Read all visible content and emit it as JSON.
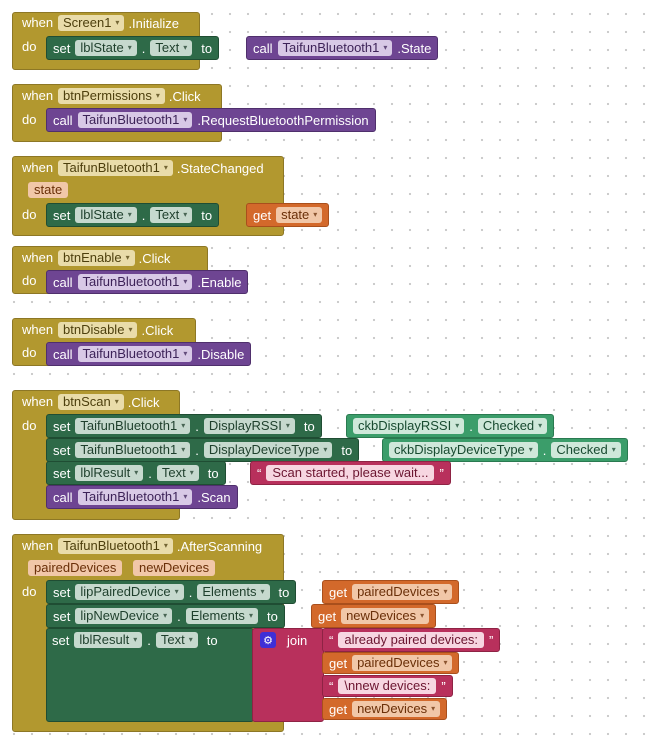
{
  "keywords": {
    "when": "when",
    "do": "do",
    "set": "set",
    "call": "call",
    "get": "get",
    "to": "to",
    "dot": ".",
    "join": "join",
    "quote_open": "“",
    "quote_close": "”"
  },
  "events": [
    {
      "component": "Screen1",
      "event": ".Initialize",
      "set": {
        "component": "lblState",
        "property": "Text",
        "value_component": "TaifunBluetooth1",
        "value_method": ".State"
      }
    },
    {
      "component": "btnPermissions",
      "event": ".Click",
      "call": {
        "component": "TaifunBluetooth1",
        "method": ".RequestBluetoothPermission"
      }
    },
    {
      "component": "TaifunBluetooth1",
      "event": ".StateChanged",
      "params": [
        "state"
      ],
      "set": {
        "component": "lblState",
        "property": "Text",
        "get_var": "state"
      }
    },
    {
      "component": "btnEnable",
      "event": ".Click",
      "call": {
        "component": "TaifunBluetooth1",
        "method": ".Enable"
      }
    },
    {
      "component": "btnDisable",
      "event": ".Click",
      "call": {
        "component": "TaifunBluetooth1",
        "method": ".Disable"
      }
    },
    {
      "component": "btnScan",
      "event": ".Click",
      "stmts": [
        {
          "component": "TaifunBluetooth1",
          "property": "DisplayRSSI",
          "value_component": "ckbDisplayRSSI",
          "value_property": "Checked"
        },
        {
          "component": "TaifunBluetooth1",
          "property": "DisplayDeviceType",
          "value_component": "ckbDisplayDeviceType",
          "value_property": "Checked"
        },
        {
          "component": "lblResult",
          "property": "Text",
          "value_text": "Scan started, please wait..."
        }
      ],
      "call": {
        "component": "TaifunBluetooth1",
        "method": ".Scan"
      }
    },
    {
      "component": "TaifunBluetooth1",
      "event": ".AfterScanning",
      "params": [
        "pairedDevices",
        "newDevices"
      ],
      "stmts": [
        {
          "component": "lipPairedDevice",
          "property": "Elements",
          "get_var": "pairedDevices"
        },
        {
          "component": "lipNewDevice",
          "property": "Elements",
          "get_var": "newDevices"
        },
        {
          "component": "lblResult",
          "property": "Text"
        }
      ],
      "join_items": [
        {
          "type": "text",
          "value": "already paired devices: "
        },
        {
          "type": "get",
          "value": "pairedDevices"
        },
        {
          "type": "text",
          "value": "\\nnew devices: "
        },
        {
          "type": "get",
          "value": "newDevices"
        }
      ]
    }
  ],
  "icons": {
    "dropdown": "▾",
    "gear": "⚙"
  },
  "colors": {
    "event": "#b2982f",
    "setter": "#2e6a48",
    "method": "#6e4592",
    "variable": "#d3692b",
    "text": "#b8305c",
    "component_getter": "#3b9d6a",
    "join_icon": "#3f2fd6"
  }
}
